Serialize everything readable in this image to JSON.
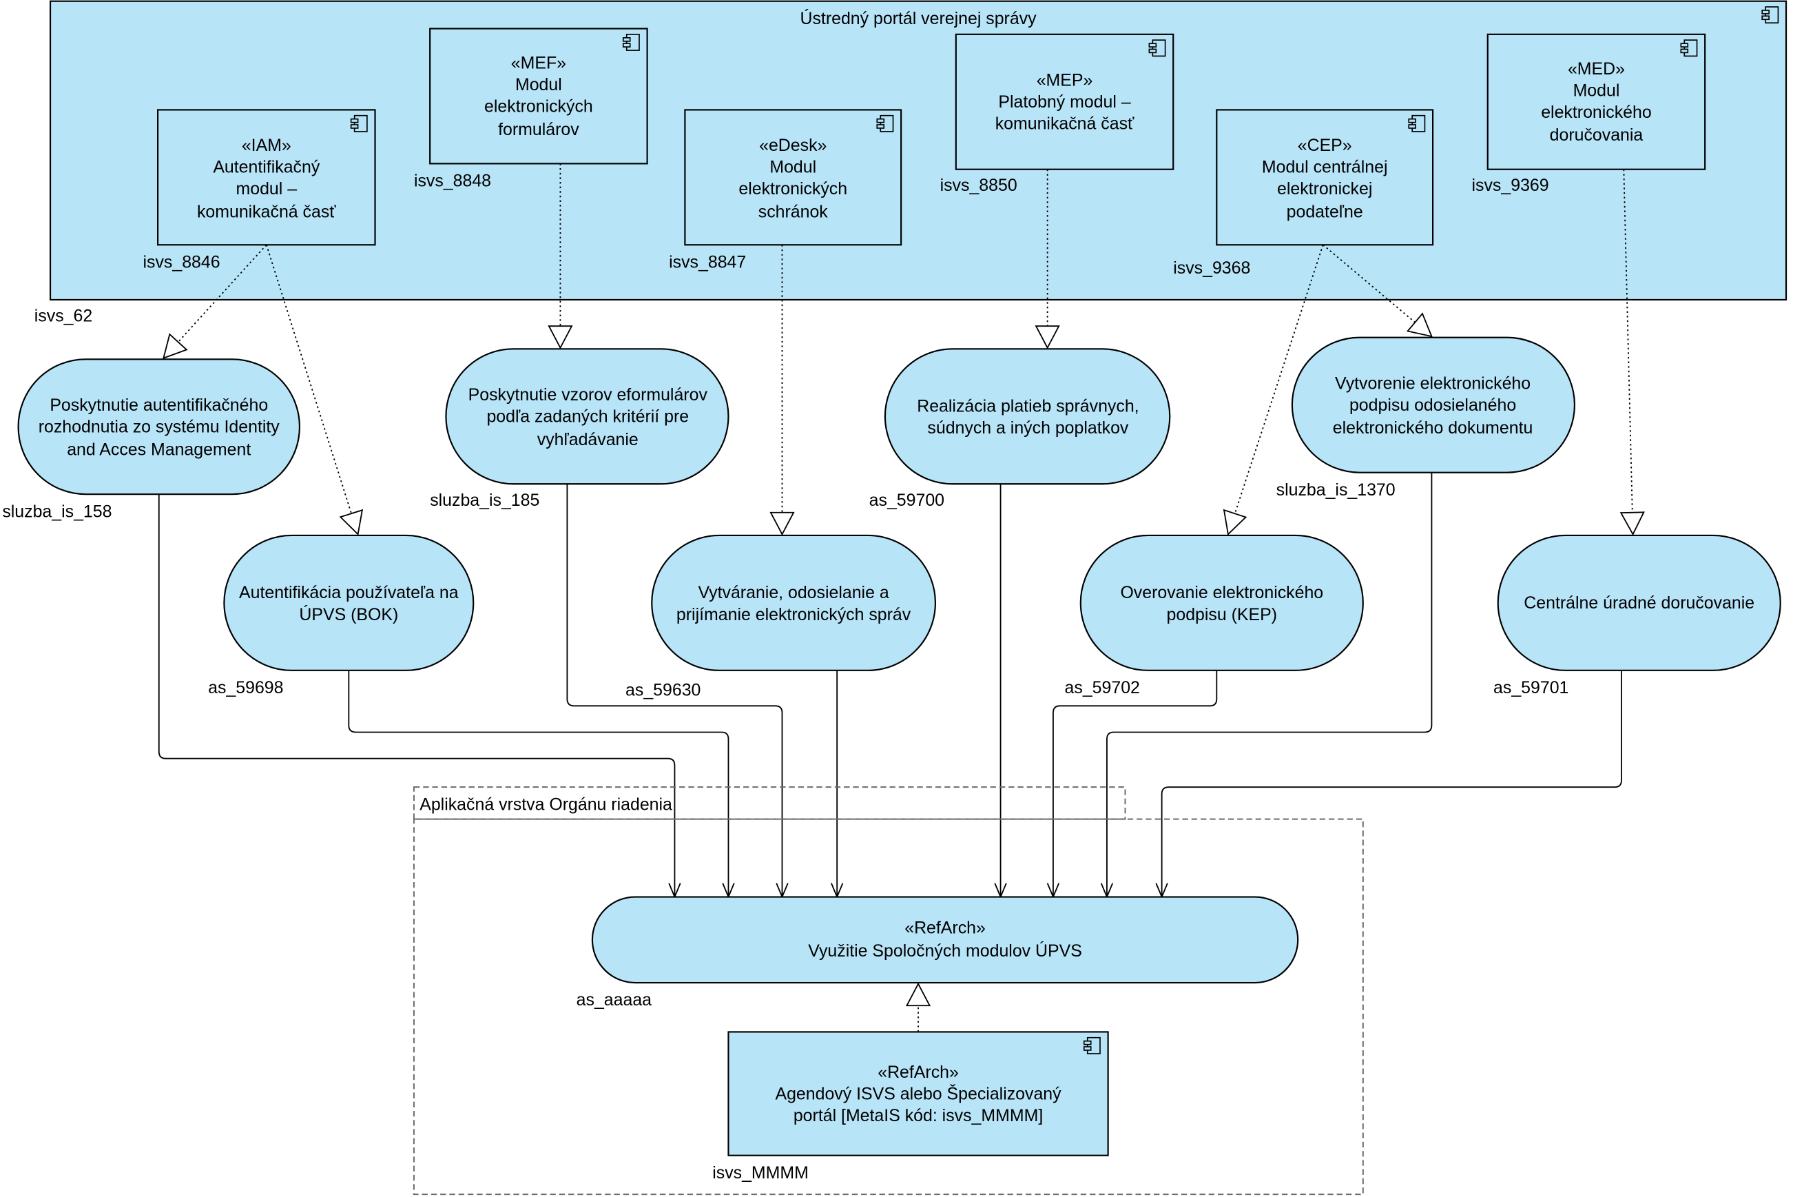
{
  "portal": {
    "title": "Ústredný portál verejnej správy",
    "code": "isvs_62"
  },
  "components": {
    "iam": {
      "lines": [
        "«IAM»",
        "Autentifikačný",
        "modul –",
        "komunikačná časť"
      ],
      "code": "isvs_8846"
    },
    "mef": {
      "lines": [
        "«MEF»",
        "Modul",
        "elektronických",
        "formulárov"
      ],
      "code": "isvs_8848"
    },
    "edesk": {
      "lines": [
        "«eDesk»",
        "Modul",
        "elektronických",
        "schránok"
      ],
      "code": "isvs_8847"
    },
    "mep": {
      "lines": [
        "«MEP»",
        "Platobný modul –",
        "komunikačná časť"
      ],
      "code": "isvs_8850"
    },
    "cep": {
      "lines": [
        "«CEP»",
        "Modul centrálnej",
        "elektronickej",
        "podateľne"
      ],
      "code": "isvs_9368"
    },
    "med": {
      "lines": [
        "«MED»",
        "Modul",
        "elektronického",
        "doručovania"
      ],
      "code": "isvs_9369"
    }
  },
  "services": {
    "auth_decision": {
      "lines": [
        "Poskytnutie autentifikačného",
        "rozhodnutia zo systému Identity",
        "and Acces Management"
      ],
      "code": "sluzba_is_158"
    },
    "user_auth": {
      "lines": [
        "Autentifikácia používateľa na",
        "ÚPVS (BOK)"
      ],
      "code": "as_59698"
    },
    "form_templates": {
      "lines": [
        "Poskytnutie vzorov eformulárov",
        "podľa zadaných kritérií pre",
        "vyhľadávanie"
      ],
      "code": "sluzba_is_185"
    },
    "messages": {
      "lines": [
        "Vytváranie, odosielanie a",
        "prijímanie elektronických správ"
      ],
      "code": "as_59630"
    },
    "payments": {
      "lines": [
        "Realizácia platieb správnych,",
        "súdnych a iných poplatkov"
      ],
      "code": "as_59700"
    },
    "sig_verify": {
      "lines": [
        "Overovanie elektronického",
        "podpisu (KEP)"
      ],
      "code": "as_59702"
    },
    "sig_create": {
      "lines": [
        "Vytvorenie elektronického",
        "podpisu odosielaného",
        "elektronického dokumentu"
      ],
      "code": "sluzba_is_1370"
    },
    "delivery": {
      "lines": [
        "Centrálne úradné doručovanie"
      ],
      "code": "as_59701"
    }
  },
  "layer": {
    "title": "Aplikačná vrstva Orgánu riadenia"
  },
  "refarch_service": {
    "lines": [
      "«RefArch»",
      "Využitie Spoločných modulov ÚPVS"
    ],
    "code": "as_aaaaa"
  },
  "refarch_component": {
    "lines": [
      "«RefArch»",
      "Agendový ISVS alebo Špecializovaný",
      "portál [MetaIS kód: isvs_MMMM]"
    ],
    "code": "isvs_MMMM"
  },
  "colors": {
    "element_fill": "#b8e4f8",
    "stroke": "#000000",
    "package_stroke": "#6b6b6b",
    "background": "#ffffff"
  }
}
